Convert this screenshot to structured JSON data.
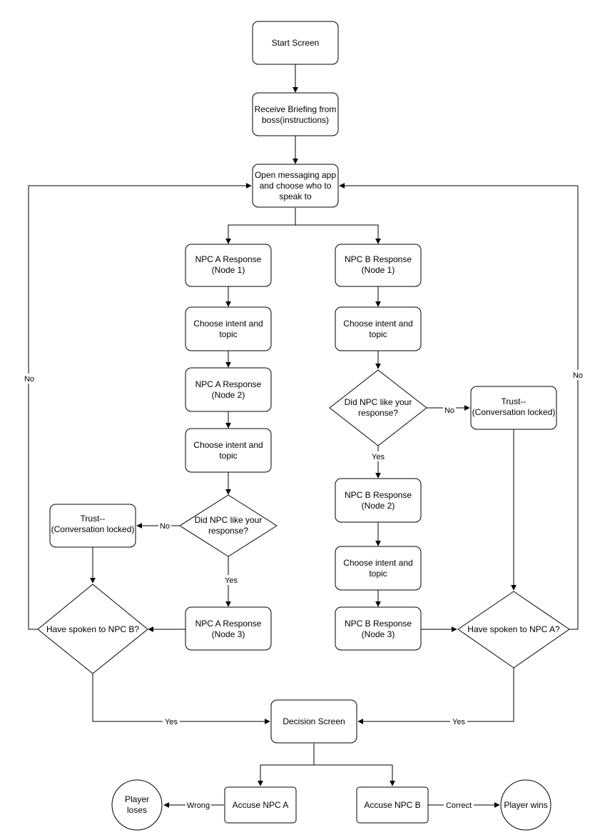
{
  "nodes": {
    "start": "Start Screen",
    "briefing": [
      "Receive Briefing from",
      "boss(instructions)"
    ],
    "messaging": [
      "Open messaging app",
      "and choose who to",
      "speak to"
    ],
    "npcA_node1": [
      "NPC A Response",
      "(Node 1)"
    ],
    "npcA_choose1": [
      "Choose intent and",
      "topic"
    ],
    "npcA_node2": [
      "NPC A Response",
      "(Node 2)"
    ],
    "npcA_choose2": [
      "Choose intent and",
      "topic"
    ],
    "npcA_decision": [
      "Did NPC like your",
      "response?"
    ],
    "npcA_trust": [
      "Trust--",
      "(Conversation locked)"
    ],
    "npcA_node3": [
      "NPC A Response",
      "(Node 3)"
    ],
    "spokenB": "Have spoken to NPC B?",
    "npcB_node1": [
      "NPC B Response",
      "(Node 1)"
    ],
    "npcB_choose1": [
      "Choose intent and",
      "topic"
    ],
    "npcB_decision": [
      "Did NPC like your",
      "response?"
    ],
    "npcB_trust": [
      "Trust--",
      "(Conversation locked)"
    ],
    "npcB_node2": [
      "NPC B Response",
      "(Node 2)"
    ],
    "npcB_choose2": [
      "Choose intent and",
      "topic"
    ],
    "npcB_node3": [
      "NPC B Response",
      "(Node 3)"
    ],
    "spokenA": "Have spoken to NPC A?",
    "decision_screen": "Decision Screen",
    "accuseA": "Accuse NPC A",
    "accuseB": "Accuse NPC B",
    "player_loses": [
      "Player",
      "loses"
    ],
    "player_wins": "Player wins"
  },
  "edge_labels": {
    "no_left_loop": "No",
    "no_right_loop": "No",
    "npcA_no": "No",
    "npcA_yes": "Yes",
    "npcB_no": "No",
    "npcB_yes": "Yes",
    "spokenB_yes": "Yes",
    "spokenA_yes": "Yes",
    "wrong": "Wrong",
    "correct": "Correct"
  }
}
